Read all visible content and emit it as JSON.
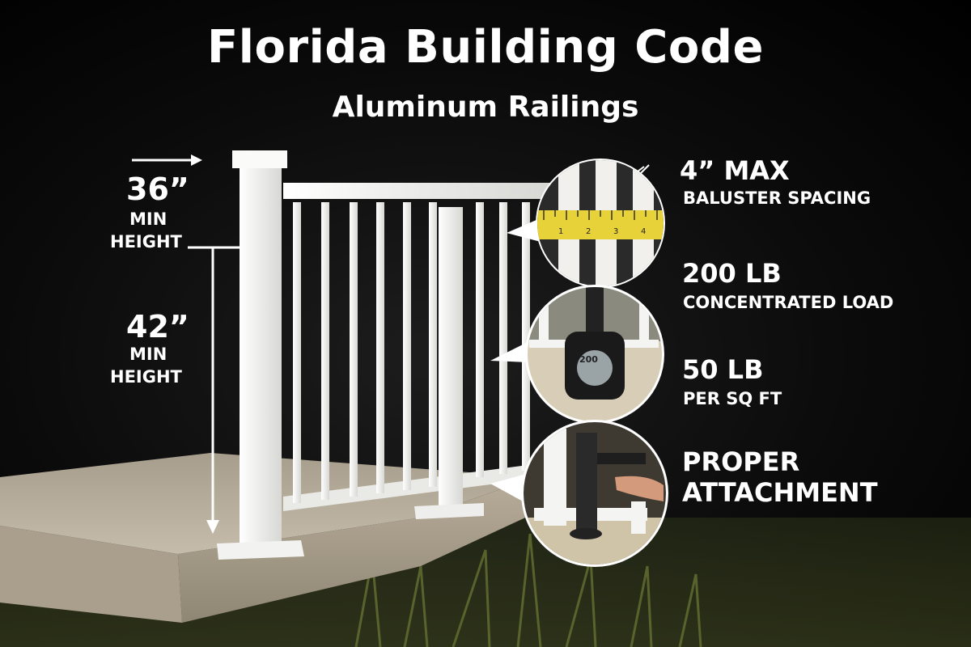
{
  "title": "Florida Building Code",
  "subtitle": "Aluminum Railings",
  "heights": [
    {
      "value": "36”",
      "line1": "MIN",
      "line2": "HEIGHT"
    },
    {
      "value": "42”",
      "line1": "MIN",
      "line2": "HEIGHT"
    }
  ],
  "specs": [
    {
      "value": "4” MAX",
      "label": "BALUSTER SPACING"
    },
    {
      "value": "200 LB",
      "label": "CONCENTRATED LOAD"
    },
    {
      "value": "50 LB",
      "label": "PER SQ FT"
    },
    {
      "value": "PROPER",
      "label": "ATTACHMENT"
    }
  ],
  "tape_numbers": [
    "1",
    "2",
    "3",
    "4"
  ],
  "weight_label": "200",
  "colors": {
    "railing": "#f3f3f1",
    "text": "#ffffff",
    "tape": "#e8d23a",
    "concrete": "#bdb3a2"
  }
}
